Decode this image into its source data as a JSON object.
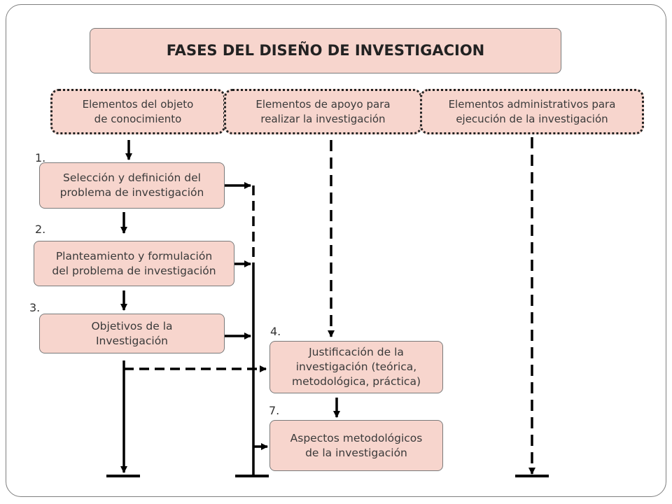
{
  "title": "FASES DEL DISEÑO DE INVESTIGACION",
  "categories": [
    {
      "label": "Elementos del objeto\nde conocimiento"
    },
    {
      "label": "Elementos de apoyo para\nrealizar la investigación"
    },
    {
      "label": "Elementos administrativos para\nejecución de la investigación"
    }
  ],
  "steps": [
    {
      "number": "1.",
      "label": "Selección y definición del\nproblema de investigación"
    },
    {
      "number": "2.",
      "label": "Planteamiento y  formulación\ndel  problema de investigación"
    },
    {
      "number": "3.",
      "label": "Objetivos de la\nInvestigación"
    },
    {
      "number": "4.",
      "label": "Justificación de la\ninvestigación (teórica,\nmetodológica, práctica)"
    },
    {
      "number": "7.",
      "label": "Aspectos metodológicos\nde la investigación"
    }
  ],
  "colors": {
    "box_fill": "#f7d5cd",
    "line": "#000000"
  }
}
